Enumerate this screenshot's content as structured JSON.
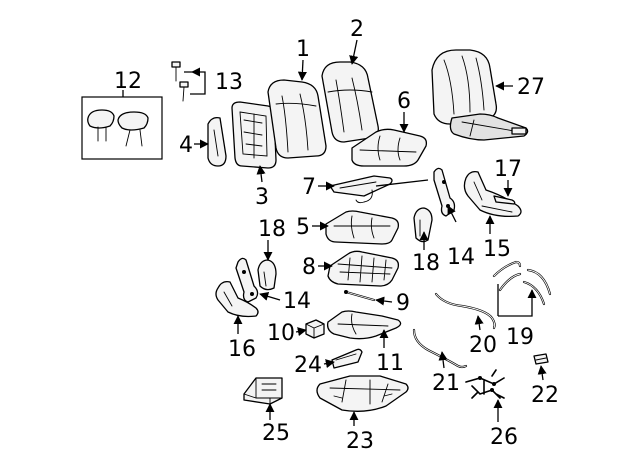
{
  "callouts": [
    {
      "id": "1",
      "label": "1"
    },
    {
      "id": "2",
      "label": "2"
    },
    {
      "id": "3",
      "label": "3"
    },
    {
      "id": "4",
      "label": "4"
    },
    {
      "id": "5",
      "label": "5"
    },
    {
      "id": "6",
      "label": "6"
    },
    {
      "id": "7",
      "label": "7"
    },
    {
      "id": "8",
      "label": "8"
    },
    {
      "id": "9",
      "label": "9"
    },
    {
      "id": "10",
      "label": "10"
    },
    {
      "id": "11",
      "label": "11"
    },
    {
      "id": "12",
      "label": "12"
    },
    {
      "id": "13",
      "label": "13"
    },
    {
      "id": "14a",
      "label": "14"
    },
    {
      "id": "14b",
      "label": "14"
    },
    {
      "id": "15",
      "label": "15"
    },
    {
      "id": "16",
      "label": "16"
    },
    {
      "id": "17",
      "label": "17"
    },
    {
      "id": "18a",
      "label": "18"
    },
    {
      "id": "18b",
      "label": "18"
    },
    {
      "id": "19",
      "label": "19"
    },
    {
      "id": "20",
      "label": "20"
    },
    {
      "id": "21",
      "label": "21"
    },
    {
      "id": "22",
      "label": "22"
    },
    {
      "id": "23",
      "label": "23"
    },
    {
      "id": "24",
      "label": "24"
    },
    {
      "id": "25",
      "label": "25"
    },
    {
      "id": "26",
      "label": "26"
    },
    {
      "id": "27",
      "label": "27"
    }
  ]
}
